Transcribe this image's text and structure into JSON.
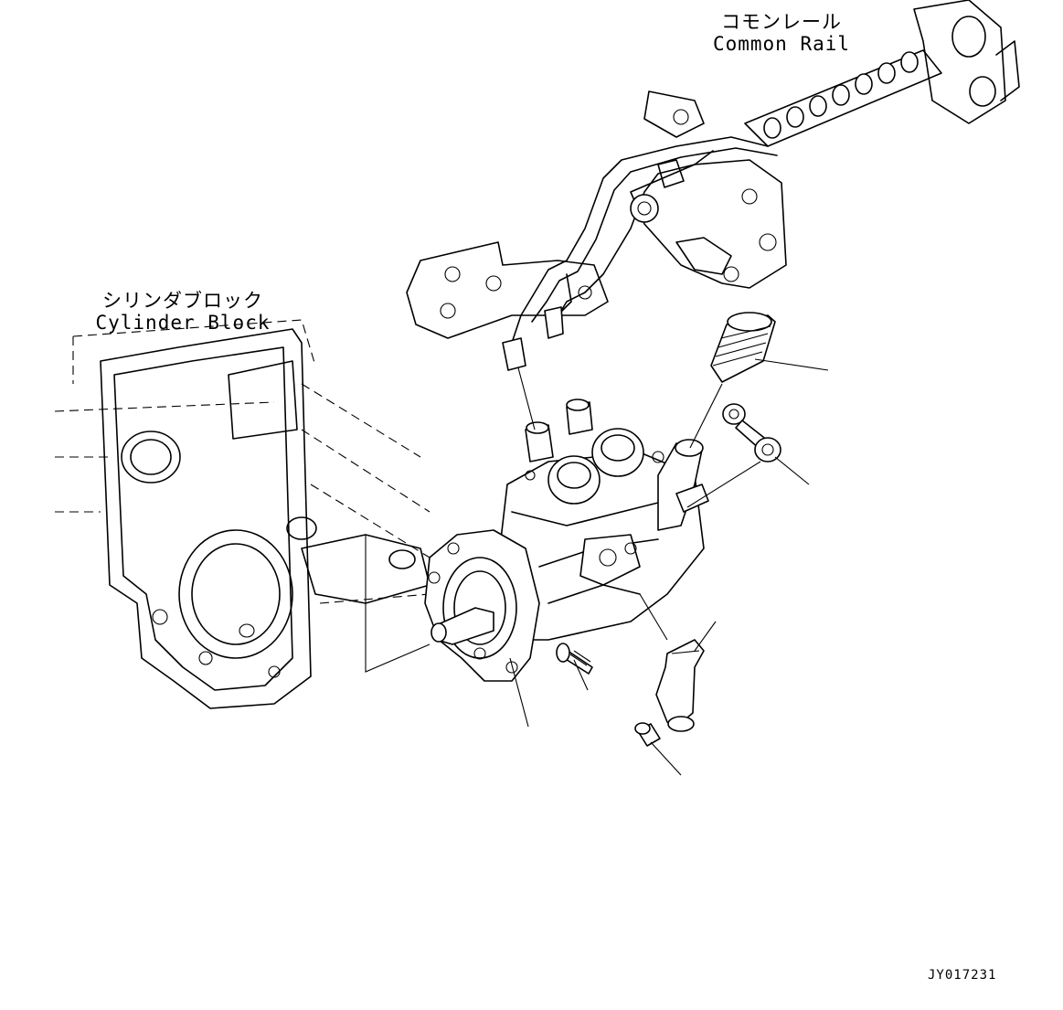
{
  "labels": {
    "common_rail_jp": "コモンレール",
    "common_rail_en": "Common Rail",
    "cylinder_block_jp": "シリンダブロック",
    "cylinder_block_en": "Cylinder Block"
  },
  "drawing_id": "JY017231"
}
